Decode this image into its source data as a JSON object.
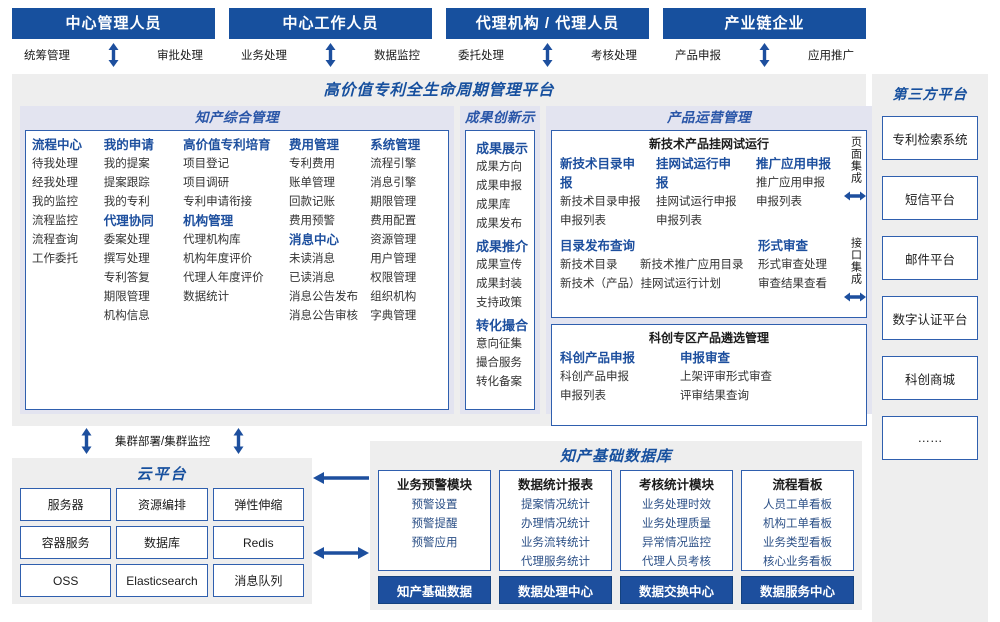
{
  "colors": {
    "brand_blue": "#17509e",
    "panel_gray": "#eeeeee",
    "zone_lavender": "#e3e4f0",
    "border_blue": "#2f5fae",
    "heading_blue": "#1d4f9e"
  },
  "top_roles": [
    {
      "title": "中心管理人员",
      "left_action": "统筹管理",
      "right_action": "审批处理",
      "arrow": "up-down-arrow-icon"
    },
    {
      "title": "中心工作人员",
      "left_action": "业务处理",
      "right_action": "数据监控",
      "arrow": "up-down-arrow-icon"
    },
    {
      "title": "代理机构 / 代理人员",
      "left_action": "委托处理",
      "right_action": "考核处理",
      "arrow": "up-down-arrow-icon"
    },
    {
      "title": "产业链企业",
      "left_action": "产品申报",
      "right_action": "应用推广",
      "arrow": "up-down-arrow-icon"
    }
  ],
  "platform": {
    "title": "高价值专利全生命周期管理平台",
    "zones": {
      "zcz": {
        "title": "知产综合管理",
        "columns": [
          {
            "items": [
              {
                "text": "流程中心",
                "type": "head"
              },
              {
                "text": "待我处理",
                "type": "leaf"
              },
              {
                "text": "经我处理",
                "type": "leaf"
              },
              {
                "text": "我的监控",
                "type": "leaf"
              },
              {
                "text": "流程监控",
                "type": "leaf"
              },
              {
                "text": "流程查询",
                "type": "leaf"
              },
              {
                "text": "工作委托",
                "type": "leaf"
              }
            ]
          },
          {
            "items": [
              {
                "text": "我的申请",
                "type": "head"
              },
              {
                "text": "我的提案",
                "type": "leaf"
              },
              {
                "text": "提案跟踪",
                "type": "leaf"
              },
              {
                "text": "我的专利",
                "type": "leaf"
              },
              {
                "text": "代理协同",
                "type": "head"
              },
              {
                "text": "委案处理",
                "type": "leaf"
              },
              {
                "text": "撰写处理",
                "type": "leaf"
              },
              {
                "text": "专利答复",
                "type": "leaf"
              },
              {
                "text": "期限管理",
                "type": "leaf"
              },
              {
                "text": "机构信息",
                "type": "leaf"
              }
            ]
          },
          {
            "items": [
              {
                "text": "高价值专利培育",
                "type": "head"
              },
              {
                "text": "项目登记",
                "type": "leaf"
              },
              {
                "text": "项目调研",
                "type": "leaf"
              },
              {
                "text": "专利申请衔接",
                "type": "leaf"
              },
              {
                "text": "机构管理",
                "type": "head"
              },
              {
                "text": "代理机构库",
                "type": "leaf"
              },
              {
                "text": "机构年度评价",
                "type": "leaf"
              },
              {
                "text": "代理人年度评价",
                "type": "leaf"
              },
              {
                "text": "数据统计",
                "type": "leaf"
              }
            ]
          },
          {
            "items": [
              {
                "text": "费用管理",
                "type": "head"
              },
              {
                "text": "专利费用",
                "type": "leaf"
              },
              {
                "text": "账单管理",
                "type": "leaf"
              },
              {
                "text": "回款记账",
                "type": "leaf"
              },
              {
                "text": "费用预警",
                "type": "leaf"
              },
              {
                "text": "消息中心",
                "type": "head"
              },
              {
                "text": "未读消息",
                "type": "leaf"
              },
              {
                "text": "已读消息",
                "type": "leaf"
              },
              {
                "text": "消息公告发布",
                "type": "leaf"
              },
              {
                "text": "消息公告审核",
                "type": "leaf"
              }
            ]
          },
          {
            "items": [
              {
                "text": "系统管理",
                "type": "head"
              },
              {
                "text": "流程引擎",
                "type": "leaf"
              },
              {
                "text": "消息引擎",
                "type": "leaf"
              },
              {
                "text": "期限管理",
                "type": "leaf"
              },
              {
                "text": "费用配置",
                "type": "leaf"
              },
              {
                "text": "资源管理",
                "type": "leaf"
              },
              {
                "text": "用户管理",
                "type": "leaf"
              },
              {
                "text": "权限管理",
                "type": "leaf"
              },
              {
                "text": "组织机构",
                "type": "leaf"
              },
              {
                "text": "字典管理",
                "type": "leaf"
              }
            ]
          }
        ]
      },
      "cgcx": {
        "title": "成果创新示范",
        "items": [
          {
            "text": "成果展示",
            "type": "head"
          },
          {
            "text": "成果方向",
            "type": "leaf"
          },
          {
            "text": "成果申报",
            "type": "leaf"
          },
          {
            "text": "成果库",
            "type": "leaf"
          },
          {
            "text": "成果发布",
            "type": "leaf"
          },
          {
            "text": "成果推介",
            "type": "head"
          },
          {
            "text": "成果宣传",
            "type": "leaf"
          },
          {
            "text": "成果封装",
            "type": "leaf"
          },
          {
            "text": "支持政策",
            "type": "leaf"
          },
          {
            "text": "转化撮合",
            "type": "head"
          },
          {
            "text": "意向征集",
            "type": "leaf"
          },
          {
            "text": "撮合服务",
            "type": "leaf"
          },
          {
            "text": "转化备案",
            "type": "leaf"
          }
        ]
      },
      "cpyy": {
        "title": "产品运营管理",
        "boxes": [
          {
            "title": "新技术产品挂网试运行",
            "top_columns": [
              {
                "head": "新技术目录申报",
                "leaves": [
                  "新技术目录申报",
                  "申报列表"
                ]
              },
              {
                "head": "挂网试运行申报",
                "leaves": [
                  "挂网试运行申报",
                  "申报列表"
                ]
              },
              {
                "head": "推广应用申报",
                "leaves": [
                  "推广应用申报",
                  "申报列表"
                ]
              }
            ],
            "bottom_left_head": "目录发布查询",
            "bottom_left_row1": [
              "新技术目录",
              "新技术推广应用目录"
            ],
            "bottom_left_row2": "新技术（产品）挂网试运行计划",
            "bottom_right_head": "形式审查",
            "bottom_right_leaves": [
              "形式审查处理",
              "审查结果查看"
            ]
          },
          {
            "title": "科创专区产品遴选管理",
            "columns": [
              {
                "head": "科创产品申报",
                "leaves": [
                  "科创产品申报",
                  "申报列表"
                ]
              },
              {
                "head": "申报审查",
                "leaves": [
                  "上架评审形式审查",
                  "评审结果查询"
                ]
              }
            ]
          }
        ]
      }
    }
  },
  "integration": {
    "page_label": "页面集成",
    "interface_label": "接口集成",
    "arrow": "left-right-arrow-icon"
  },
  "third_party": {
    "title": "第三方平台",
    "items": [
      "专利检索系统",
      "短信平台",
      "邮件平台",
      "数字认证平台",
      "科创商城",
      "……"
    ]
  },
  "cluster": {
    "label": "集群部署/集群监控",
    "arrow": "up-down-arrow-icon"
  },
  "cloud": {
    "title": "云平台",
    "cells": [
      "服务器",
      "资源编排",
      "弹性伸缩",
      "容器服务",
      "数据库",
      "Redis",
      "OSS",
      "Elasticsearch",
      "消息队列"
    ]
  },
  "kdb": {
    "title": "知产基础数据库",
    "columns": [
      {
        "head": "业务预警模块",
        "items": [
          "预警设置",
          "预警提醒",
          "预警应用"
        ],
        "footer": "知产基础数据"
      },
      {
        "head": "数据统计报表",
        "items": [
          "提案情况统计",
          "办理情况统计",
          "业务流转统计",
          "代理服务统计"
        ],
        "footer": "数据处理中心"
      },
      {
        "head": "考核统计模块",
        "items": [
          "业务处理时效",
          "业务处理质量",
          "异常情况监控",
          "代理人员考核"
        ],
        "footer": "数据交换中心"
      },
      {
        "head": "流程看板",
        "items": [
          "人员工单看板",
          "机构工单看板",
          "业务类型看板",
          "核心业务看板"
        ],
        "footer": "数据服务中心"
      }
    ]
  },
  "connectors": {
    "cloud_to_kdb_left": "left-arrow-icon",
    "cloud_to_kdb_both": "left-right-arrow-icon"
  }
}
